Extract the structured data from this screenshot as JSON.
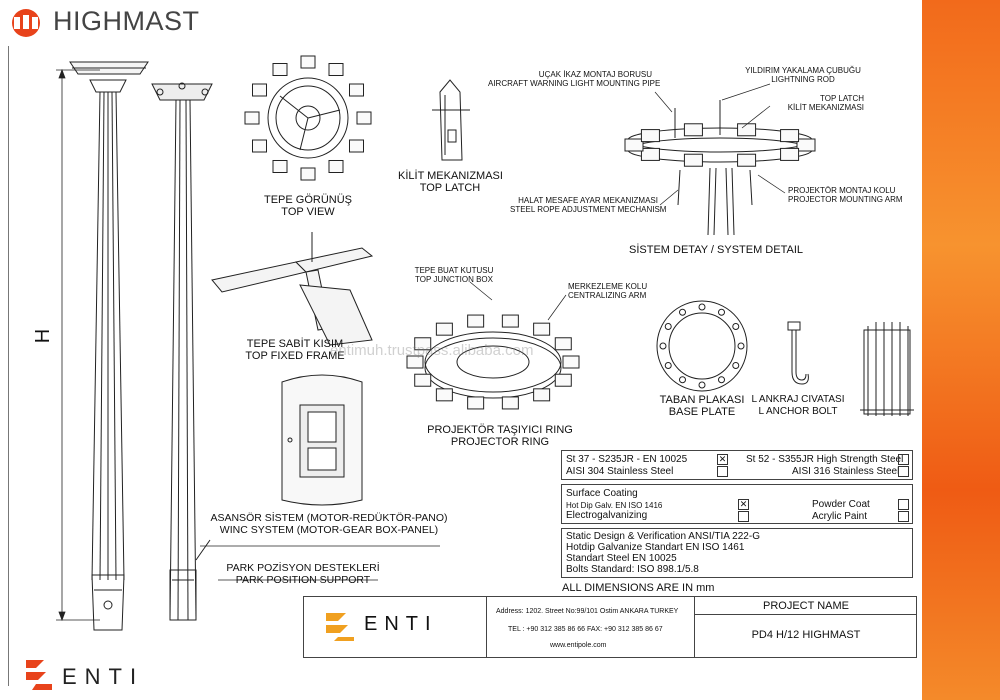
{
  "brand": {
    "name": "HIGHMAST",
    "logo_text": "ENTI"
  },
  "watermark": "entimuh.trustpass.alibaba.com",
  "labels": {
    "h_dimension": "H",
    "top_view_tr": "TEPE GÖRÜNÜŞ",
    "top_view_en": "TOP VIEW",
    "top_latch_tr": "KİLİT MEKANIZMASI",
    "top_latch_en": "TOP LATCH",
    "aircraft_tr": "UÇAK İKAZ MONTAJ BORUSU",
    "aircraft_en": "AIRCRAFT WARNING LIGHT MOUNTING PIPE",
    "lightning_tr": "YILDIRIM YAKALAMA ÇUBUĞU",
    "lightning_en": "LIGHTNING ROD",
    "toplatch2_en": "TOP LATCH",
    "toplatch2_tr": "KİLİT MEKANIZMASI",
    "rope_tr": "HALAT MESAFE AYAR MEKANIZMASI",
    "rope_en": "STEEL ROPE ADJUSTMENT MECHANISM",
    "projarm_tr": "PROJEKTÖR MONTAJ KOLU",
    "projarm_en": "PROJECTOR MOUNTING ARM",
    "system_detail": "SİSTEM DETAY / SYSTEM DETAIL",
    "top_fixed_tr": "TEPE SABİT KISIM",
    "top_fixed_en": "TOP FIXED FRAME",
    "junction_tr": "TEPE BUAT KUTUSU",
    "junction_en": "TOP JUNCTION BOX",
    "centralizing_tr": "MERKEZLEME KOLU",
    "centralizing_en": "CENTRALIZING ARM",
    "base_plate_tr": "TABAN PLAKASI",
    "base_plate_en": "BASE PLATE",
    "anchor_tr": "L ANKRAJ CIVATASI",
    "anchor_en": "L ANCHOR BOLT",
    "ring_tr": "PROJEKTÖR TAŞIYICI RING",
    "ring_en": "PROJECTOR RING",
    "winch_tr": "ASANSÖR SİSTEM (MOTOR-REDÜKTÖR-PANO)",
    "winch_en": "WINC SYSTEM (MOTOR-GEAR BOX-PANEL)",
    "park_tr": "PARK POZİSYON DESTEKLERİ",
    "park_en": "PARK POSITION SUPPORT"
  },
  "materials": {
    "st37": "St 37 - S235JR - EN 10025",
    "st37_checked": true,
    "st52": "St 52 - S355JR High Strength Steel",
    "st52_checked": false,
    "aisi304": "AISI 304 Stainless Steel",
    "aisi304_checked": false,
    "aisi316": "AISI 316 Stainless Steel",
    "aisi316_checked": false
  },
  "coating": {
    "title": "Surface Coating",
    "hdg": "Hot Dip Galv. EN ISO 1416",
    "hdg_checked": true,
    "electro": "Electrogalvanizing",
    "electro_checked": false,
    "powder": "Powder Coat",
    "powder_checked": false,
    "acrylic": "Acrylic Paint",
    "acrylic_checked": false
  },
  "standards": [
    "Static Design & Verification ANSI/TIA 222-G",
    "Hotdip Galvanize Standart EN ISO 1461",
    "Standart Steel EN 10025",
    "Bolts Standard: ISO 898.1/5.8"
  ],
  "dimensions_note": "ALL DIMENSIONS ARE IN mm",
  "title_block": {
    "address": "Address: 1202. Street No:99/101 Ostim ANKARA TURKEY",
    "phone": "TEL : +90 312 385 86 66  FAX: +90 312 385 86 67",
    "web": "www.entipole.com",
    "project_label": "PROJECT NAME",
    "project_name": "PD4 H/12 HIGHMAST",
    "logo_text": "ENTI"
  },
  "colors": {
    "accent": "#f26a1b",
    "logo_orange": "#f0a020"
  }
}
